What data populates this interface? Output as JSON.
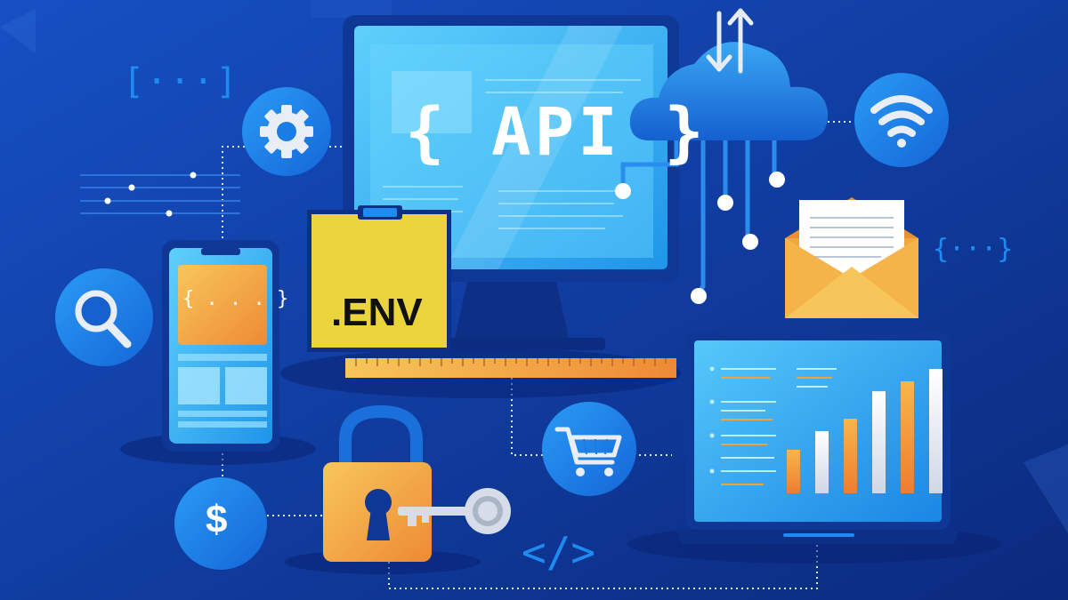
{
  "labels": {
    "api": "{ API }",
    "env": ".ENV",
    "phone_code": "{ . . . }",
    "dots_brackets": "[···]",
    "dots_braces": "{···}",
    "code_tag": "</>",
    "dollar": "$"
  },
  "colors": {
    "background_dark": "#0b2a7e",
    "background_light": "#1650c4",
    "accent_blue": "#1f8bf2",
    "screen_blue": "#3fb6f5",
    "env_yellow": "#ecd53c",
    "orange": "#f2a23a",
    "lock_yellow": "#f7c65a"
  },
  "chart_bars": [
    0.35,
    0.5,
    0.6,
    0.82,
    0.9,
    1.0
  ],
  "icons": [
    "gear-icon",
    "wifi-icon",
    "search-icon",
    "cart-icon",
    "dollar-icon",
    "cloud-icon",
    "envelope-icon",
    "lock-icon",
    "key-icon"
  ]
}
